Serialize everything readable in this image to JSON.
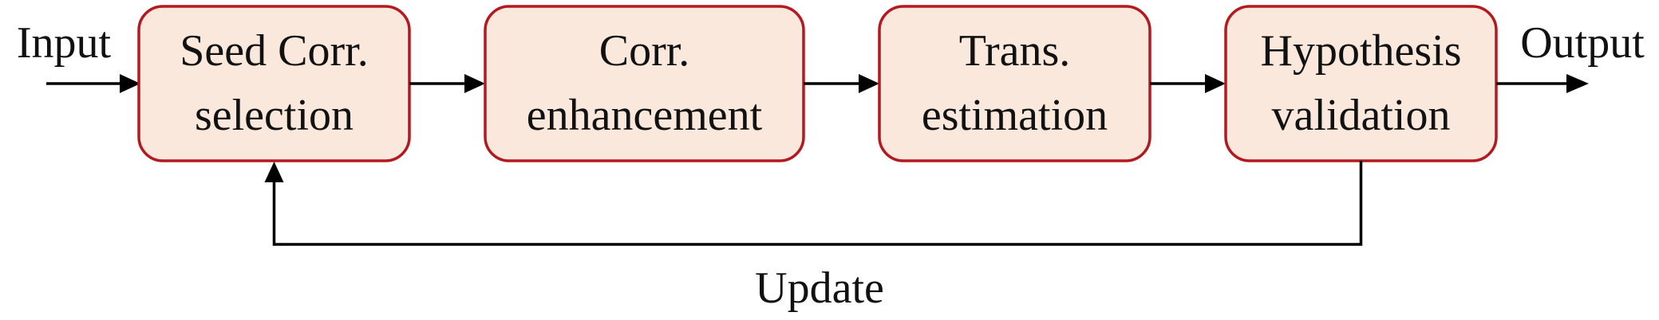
{
  "diagram": {
    "input_label": "Input",
    "output_label": "Output",
    "feedback_label": "Update",
    "boxes": [
      {
        "line1": "Seed Corr.",
        "line2": "selection"
      },
      {
        "line1": "Corr.",
        "line2": "enhancement"
      },
      {
        "line1": "Trans.",
        "line2": "estimation"
      },
      {
        "line1": "Hypothesis",
        "line2": "validation"
      }
    ],
    "colors": {
      "box_fill": "#fbe8dc",
      "box_stroke": "#b3191f",
      "line": "#000000",
      "text": "#111111"
    }
  }
}
